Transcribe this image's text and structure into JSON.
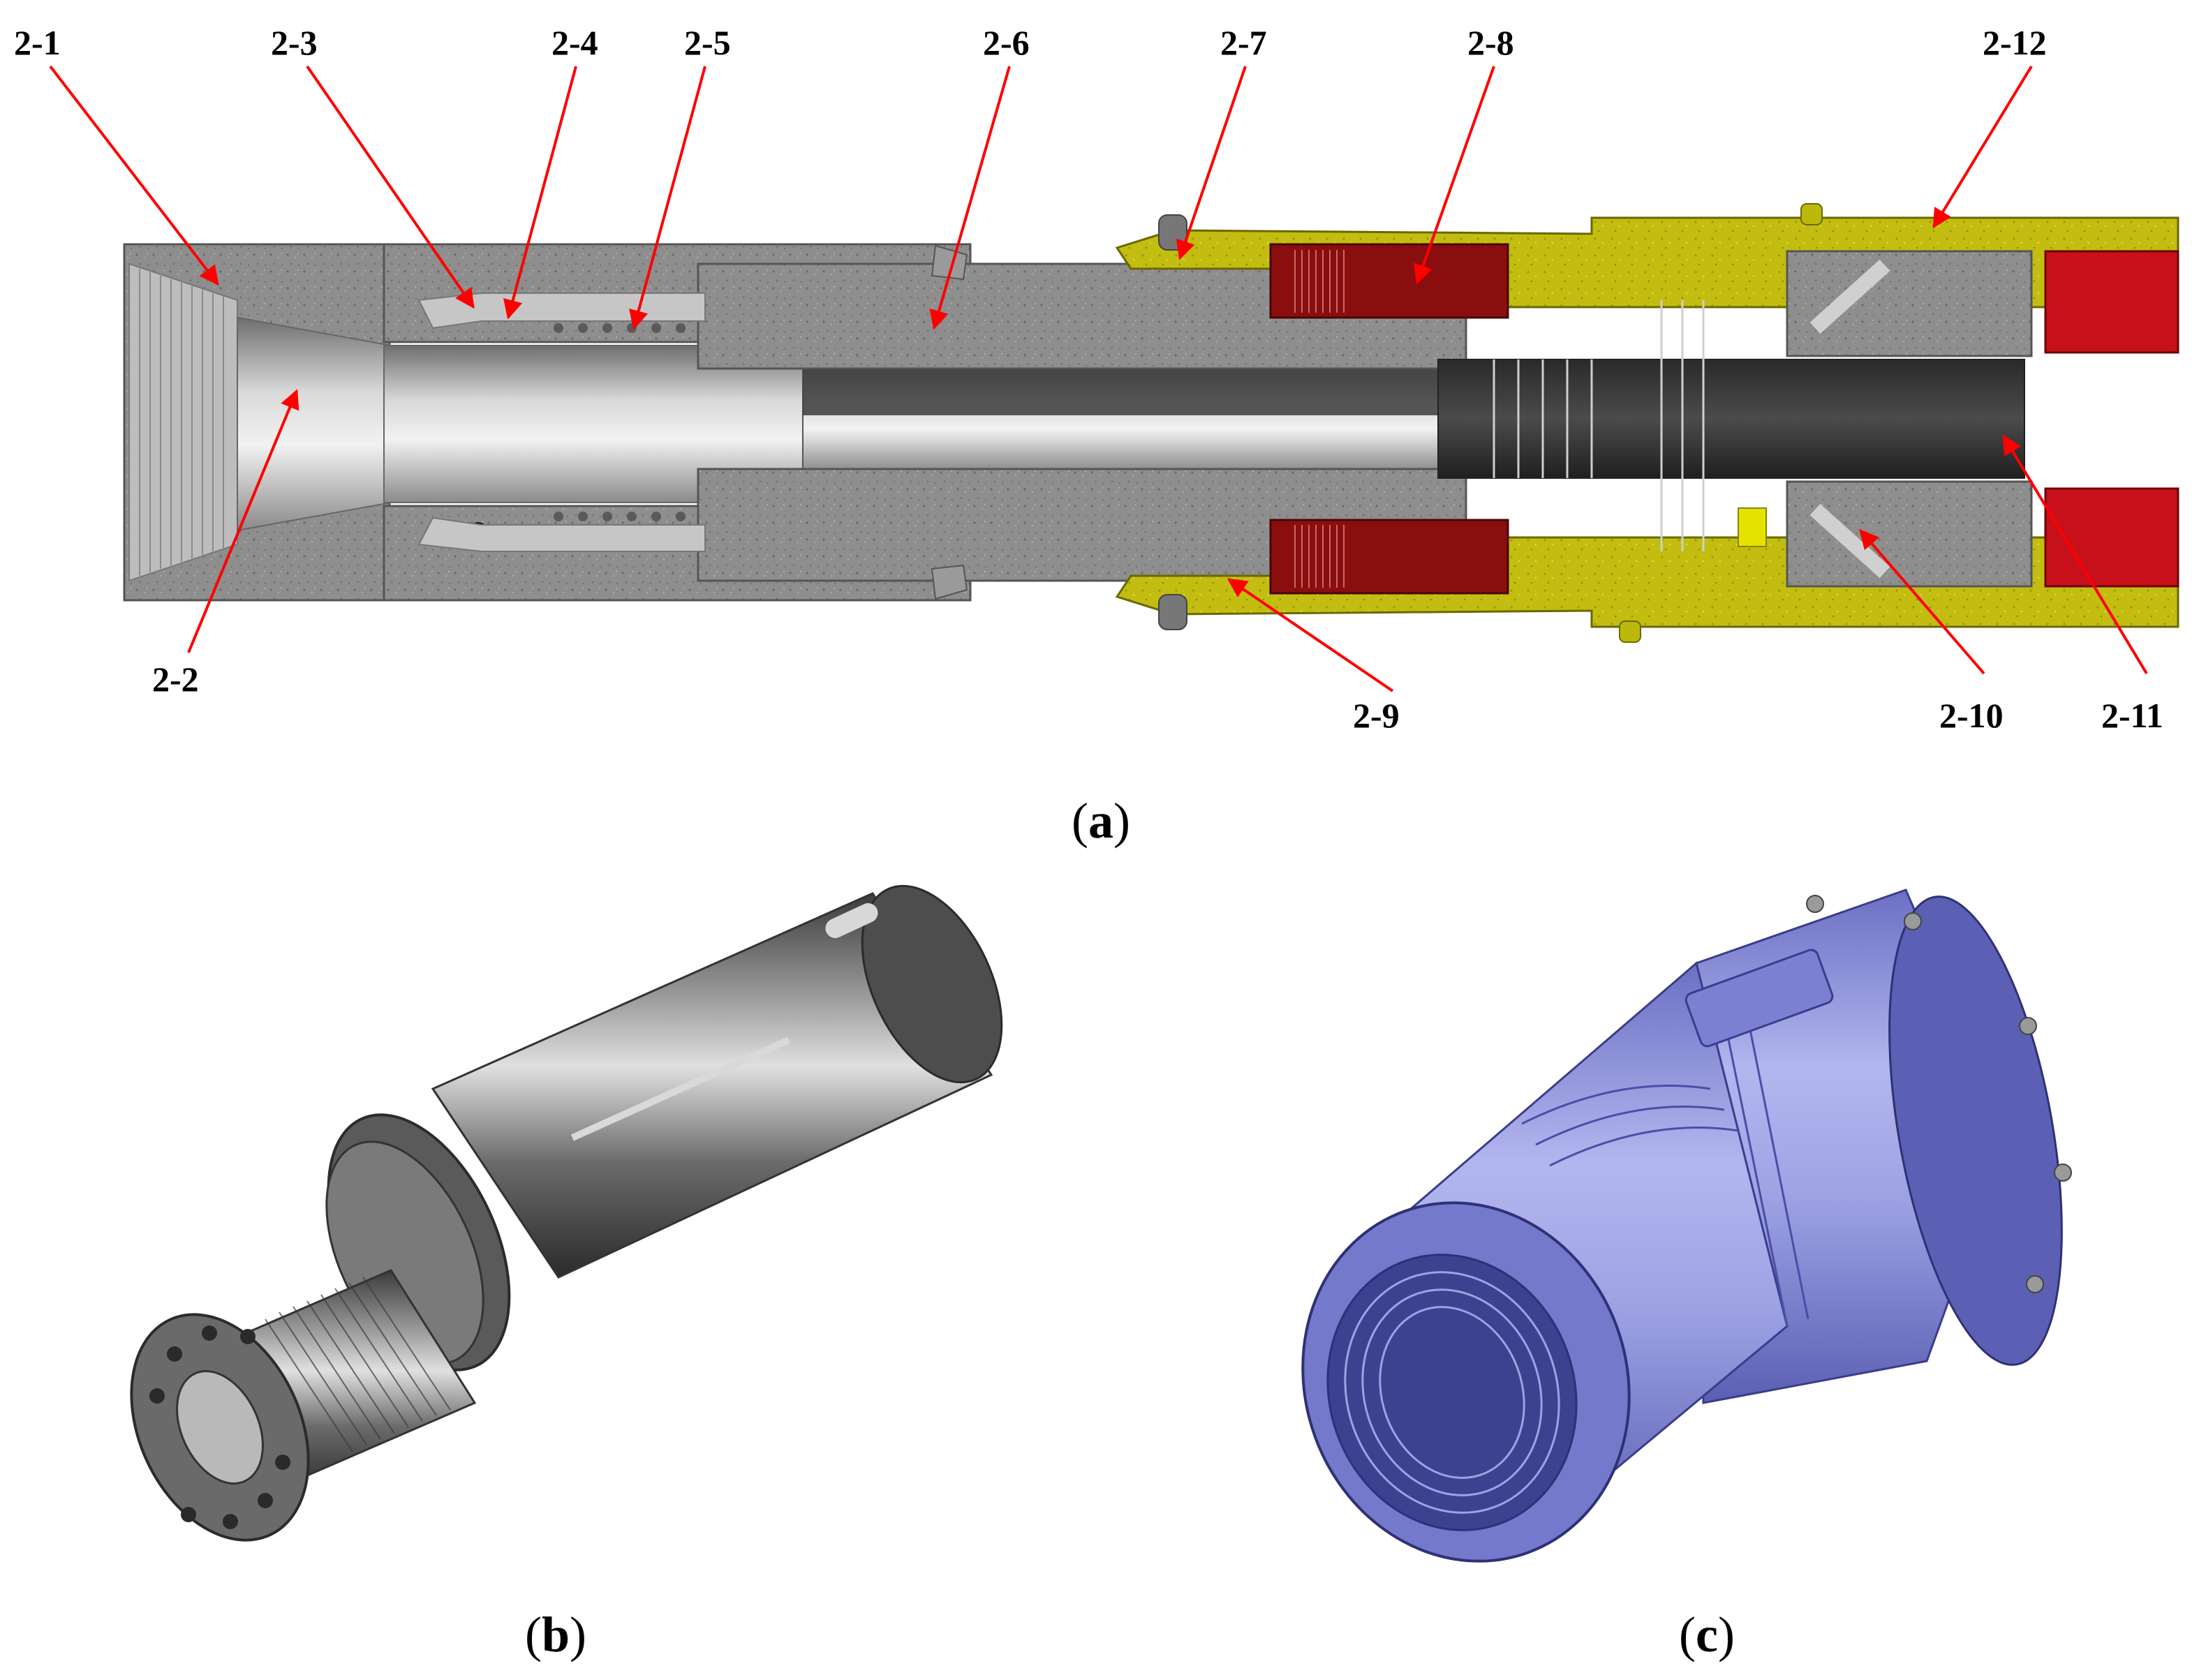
{
  "colors": {
    "steel_gray": "#8c8c8c",
    "housing_yellow": "#c8c400",
    "coil_red": "#8a0e0e",
    "leader_red": "#ff0000",
    "bore_silver": "#c9c9c9",
    "sleeve_blue": "#8f93dd"
  },
  "panel_a": {
    "callouts": [
      {
        "id": "2-1",
        "label": "2-1"
      },
      {
        "id": "2-2",
        "label": "2-2"
      },
      {
        "id": "2-3",
        "label": "2-3"
      },
      {
        "id": "2-4",
        "label": "2-4"
      },
      {
        "id": "2-5",
        "label": "2-5"
      },
      {
        "id": "2-6",
        "label": "2-6"
      },
      {
        "id": "2-7",
        "label": "2-7"
      },
      {
        "id": "2-8",
        "label": "2-8"
      },
      {
        "id": "2-9",
        "label": "2-9"
      },
      {
        "id": "2-10",
        "label": "2-10"
      },
      {
        "id": "2-11",
        "label": "2-11"
      },
      {
        "id": "2-12",
        "label": "2-12"
      }
    ],
    "caption": {
      "open": "(",
      "letter": "a",
      "close": ")"
    }
  },
  "panel_b": {
    "caption": {
      "open": "(",
      "letter": "b",
      "close": ")"
    }
  },
  "panel_c": {
    "caption": {
      "open": "(",
      "letter": "c",
      "close": ")"
    }
  }
}
